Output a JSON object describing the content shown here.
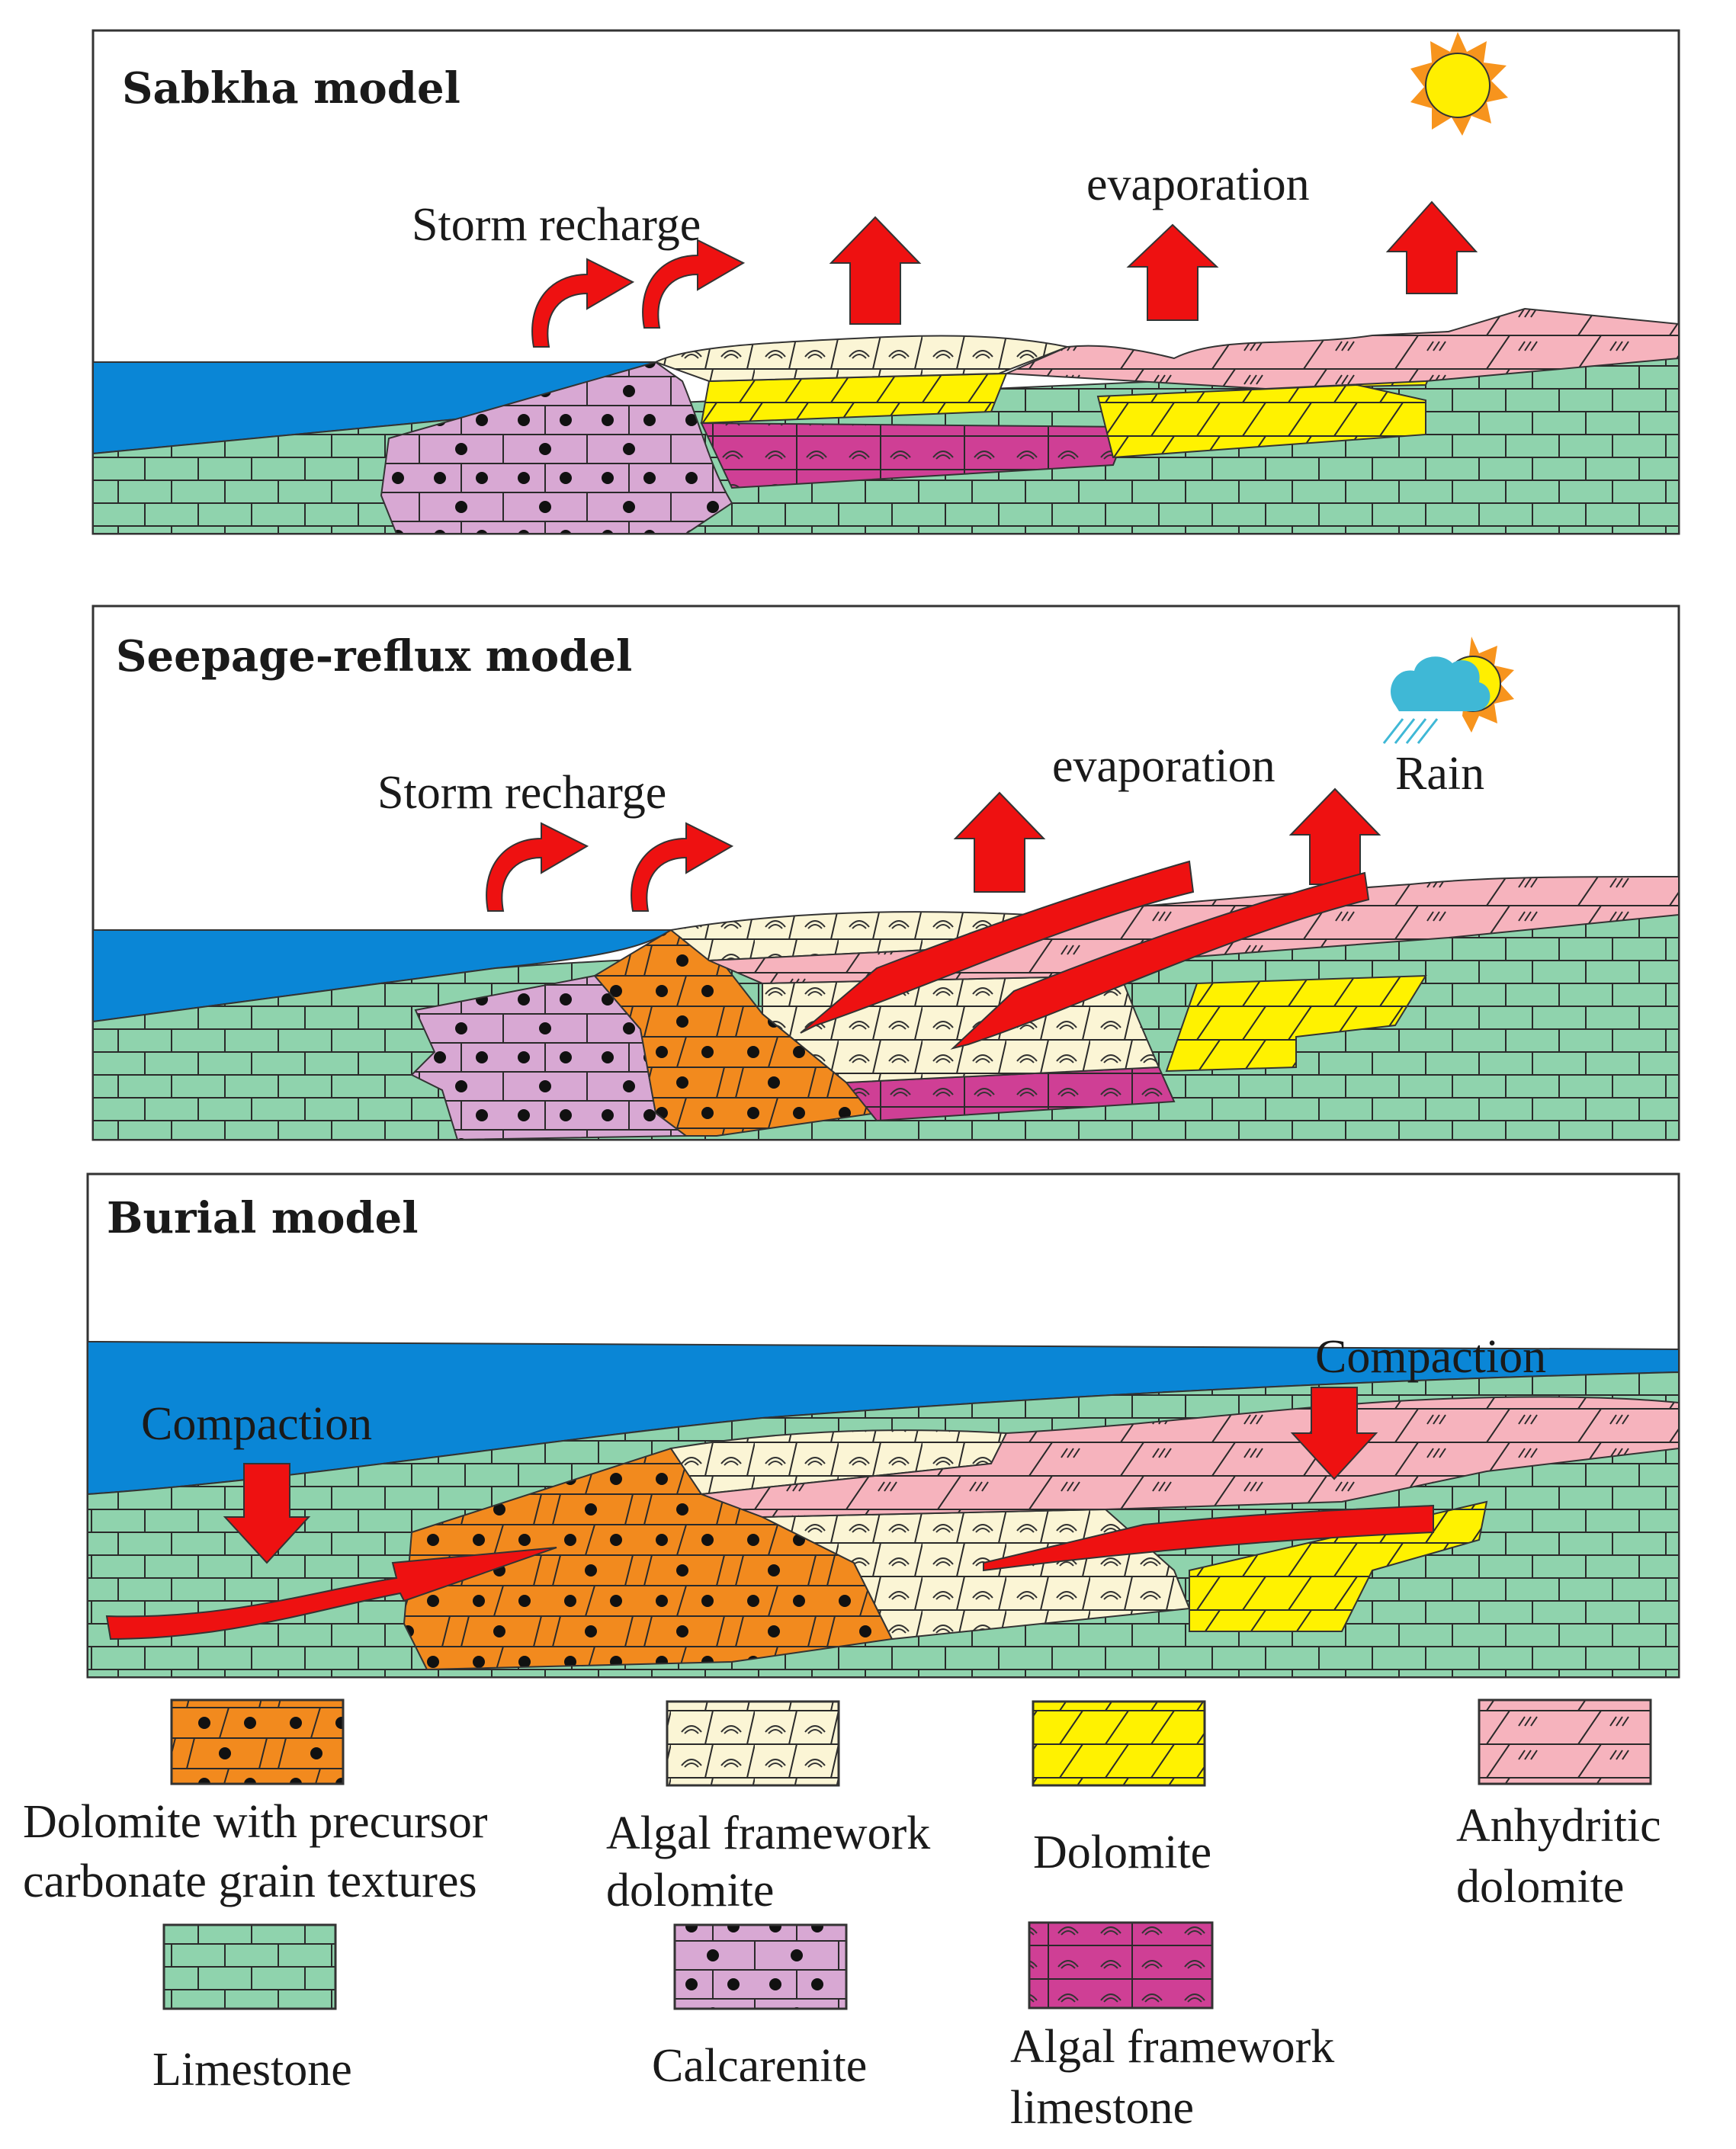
{
  "panels": [
    {
      "title": "Sabkha model",
      "labels": {
        "storm": "Storm recharge",
        "evaporation": "evaporation"
      }
    },
    {
      "title": "Seepage-reflux model",
      "labels": {
        "storm": "Storm recharge",
        "evaporation": "evaporation",
        "rain": "Rain"
      }
    },
    {
      "title": "Burial  model",
      "labels": {
        "compaction_left": "Compaction",
        "compaction_right": "Compaction"
      }
    }
  ],
  "colors": {
    "sea": "#0a86d6",
    "limestone": "#8fd3ad",
    "calcarenite": "#d8a8d3",
    "dolomite_grain": "#f28a1e",
    "algal_dolomite": "#fbf5d5",
    "dolomite": "#fff200",
    "anhydritic_dolomite": "#f6b3bd",
    "algal_limestone": "#cf3f95",
    "arrow": "#ee1111"
  },
  "legend": {
    "dolomite_grain": [
      "Dolomite with precursor",
      "carbonate grain textures"
    ],
    "algal_dolomite": [
      "Algal framework",
      "dolomite"
    ],
    "dolomite": [
      "Dolomite"
    ],
    "anhydritic_dolomite": [
      "Anhydritic",
      "dolomite"
    ],
    "limestone": [
      "Limestone"
    ],
    "calcarenite": [
      "Calcarenite"
    ],
    "algal_limestone": [
      "Algal framework",
      "limestone"
    ]
  }
}
